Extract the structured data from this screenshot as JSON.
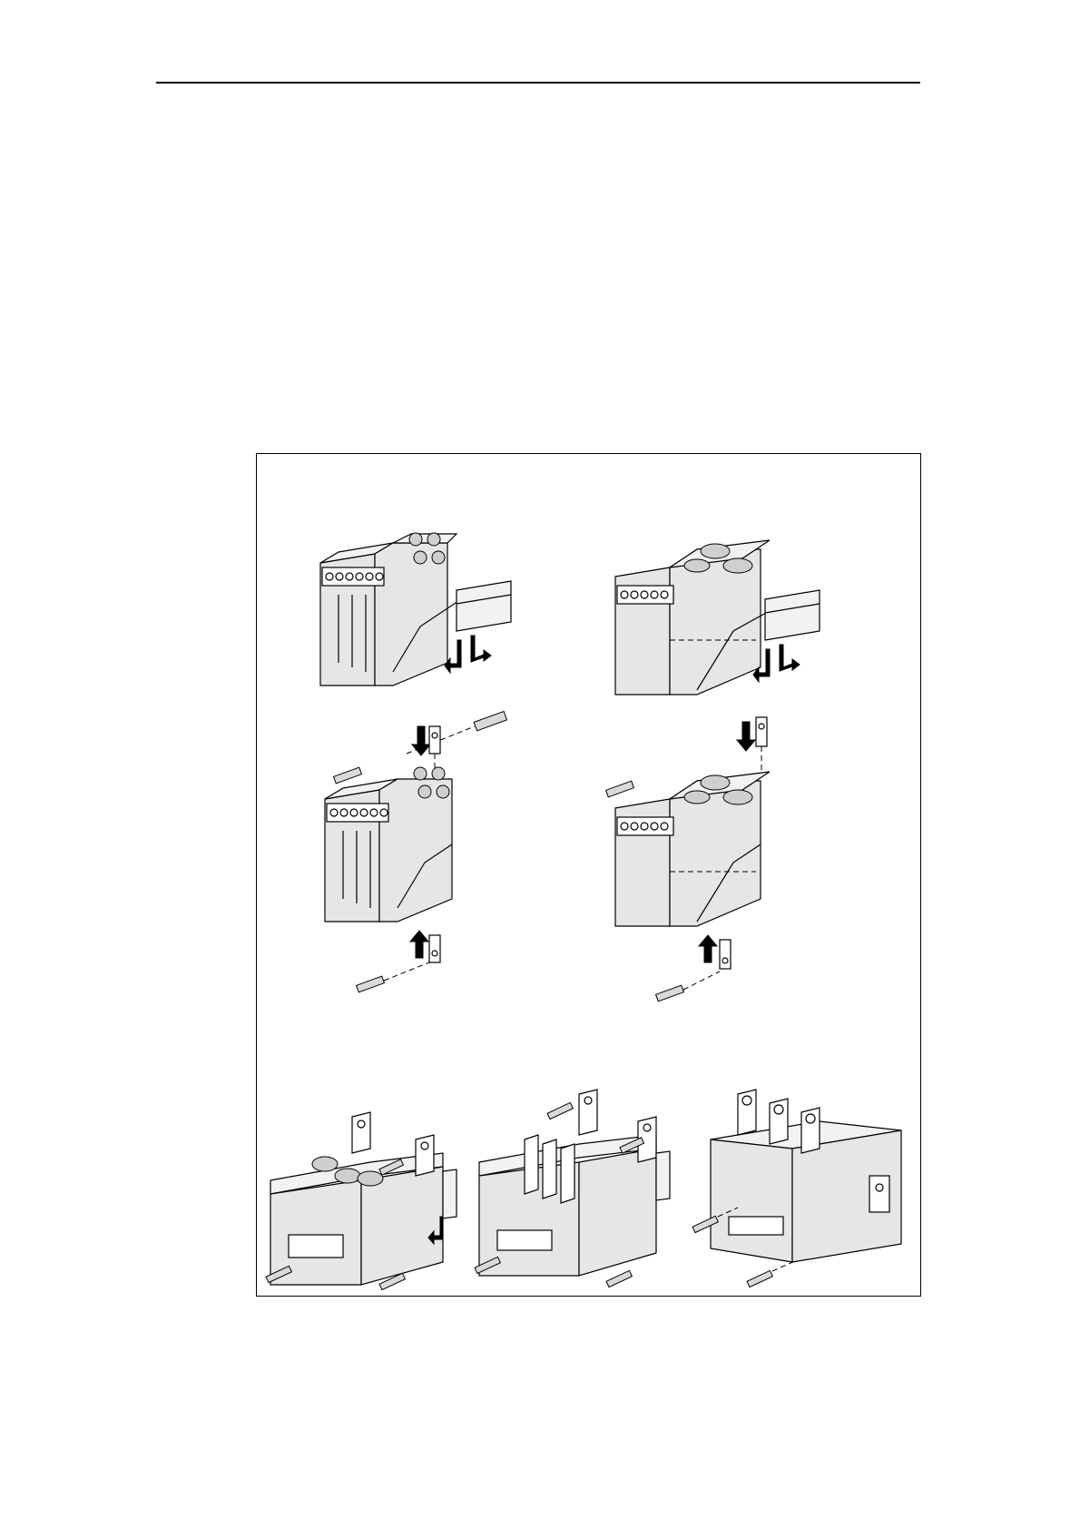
{
  "page": {
    "header_rule": true,
    "figure": {
      "panels": [
        {
          "name": "relay-small-rail-mount",
          "description_icon": "din-rail-mount-icon"
        },
        {
          "name": "relay-large-rail-mount",
          "description_icon": "din-rail-mount-icon"
        },
        {
          "name": "relay-small-screw-mount",
          "description_icon": "screw-mount-icon"
        },
        {
          "name": "relay-large-screw-mount",
          "description_icon": "screw-mount-icon"
        },
        {
          "name": "relay-bottom-left-mount",
          "description_icon": "screw-mount-icon"
        },
        {
          "name": "relay-bottom-center-mount",
          "description_icon": "screw-mount-icon"
        },
        {
          "name": "relay-bottom-right-mount",
          "description_icon": "screw-mount-icon"
        }
      ]
    }
  }
}
